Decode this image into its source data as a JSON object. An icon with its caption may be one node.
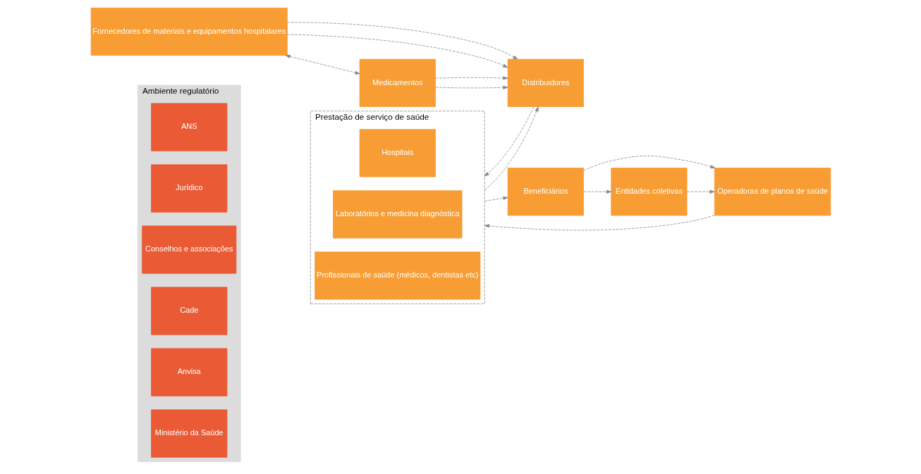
{
  "diagram": {
    "nodes": [
      {
        "text": [
          "Ambiente regulatório"
        ]
      },
      {
        "text": [
          "ANS"
        ],
        "in": 0
      },
      {
        "text": [
          "Jurídico"
        ],
        "in": 0
      },
      {
        "text": [
          "Conselhos e associações"
        ],
        "in": 0
      },
      {
        "text": [
          "Cade"
        ],
        "in": 0
      },
      {
        "text": [
          "Anvisa"
        ],
        "in": 0
      },
      {
        "text": [
          "Ministério da Saúde"
        ],
        "in": 0
      },
      {
        "text": [
          "Fornecedores de materiais e equipamentos hospitalares"
        ]
      },
      {
        "text": [
          "Distribuidores"
        ]
      },
      {
        "text": [
          "Medicamentos"
        ]
      },
      {
        "text": [
          "Prestação de serviço de saúde"
        ]
      },
      {
        "text": [
          "Hospitais"
        ],
        "in": 10
      },
      {
        "text": [
          "Laboratórios e medicina diagnóstica"
        ],
        "in": 10
      },
      {
        "text": [
          "Profissionais de saúde (médicos, dentistas etc)"
        ],
        "in": 10
      },
      {
        "text": [
          "Operadoras de planos de saúde"
        ]
      },
      {
        "text": [
          "Entidades coletivas"
        ]
      },
      {
        "text": [
          "Beneficiários"
        ]
      }
    ],
    "edges": [
      {
        "from": 7,
        "to": 8,
        "arrow": "to",
        "style": "dashed"
      },
      {
        "from": 7,
        "to": 9,
        "arrow": "both",
        "style": "dashed"
      },
      {
        "from": 7,
        "to": 8,
        "arrow": "to",
        "style": "dashed"
      },
      {
        "from": 9,
        "to": 8,
        "arrow": "to",
        "style": "dashed"
      },
      {
        "from": 9,
        "to": 8,
        "arrow": "to",
        "style": "dashed"
      },
      {
        "from": 8,
        "to": 10,
        "arrow": "to",
        "style": "dashed"
      },
      {
        "from": 10,
        "to": 8,
        "arrow": "to",
        "style": "dashed"
      },
      {
        "from": 14,
        "to": 10,
        "arrow": "to",
        "style": "dashed"
      },
      {
        "from": 15,
        "to": 14,
        "arrow": "to",
        "style": "dashed"
      },
      {
        "from": 16,
        "to": 15,
        "arrow": "to",
        "style": "dashed"
      },
      {
        "from": 16,
        "to": 14,
        "arrow": "to",
        "style": "dashed"
      },
      {
        "from": 10,
        "to": 16,
        "arrow": "to",
        "style": "dashed"
      }
    ]
  }
}
